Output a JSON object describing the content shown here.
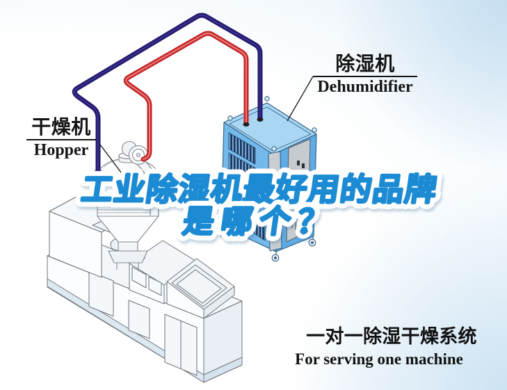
{
  "title": {
    "line1": "工业除湿机最好用的品牌",
    "line2": "是哪个？",
    "color": "#1e8bd3",
    "outline_color": "#ffffff"
  },
  "labels": {
    "dehumidifier": {
      "cn": "除湿机",
      "en": "Dehumidifier"
    },
    "hopper": {
      "cn": "干燥机",
      "en": "Hopper"
    }
  },
  "caption": {
    "cn": "一对一除湿干燥系统",
    "en": "For serving one machine"
  },
  "colors": {
    "pipe_return": "#221a6e",
    "pipe_supply": "#c3242a",
    "dehumidifier_top": "#a9d6f2",
    "dehumidifier_left": "#74b9ea",
    "dehumidifier_right": "#5fabe4",
    "machine_fill": "#fbfdfe",
    "background_blue": "#d8e9f6"
  }
}
